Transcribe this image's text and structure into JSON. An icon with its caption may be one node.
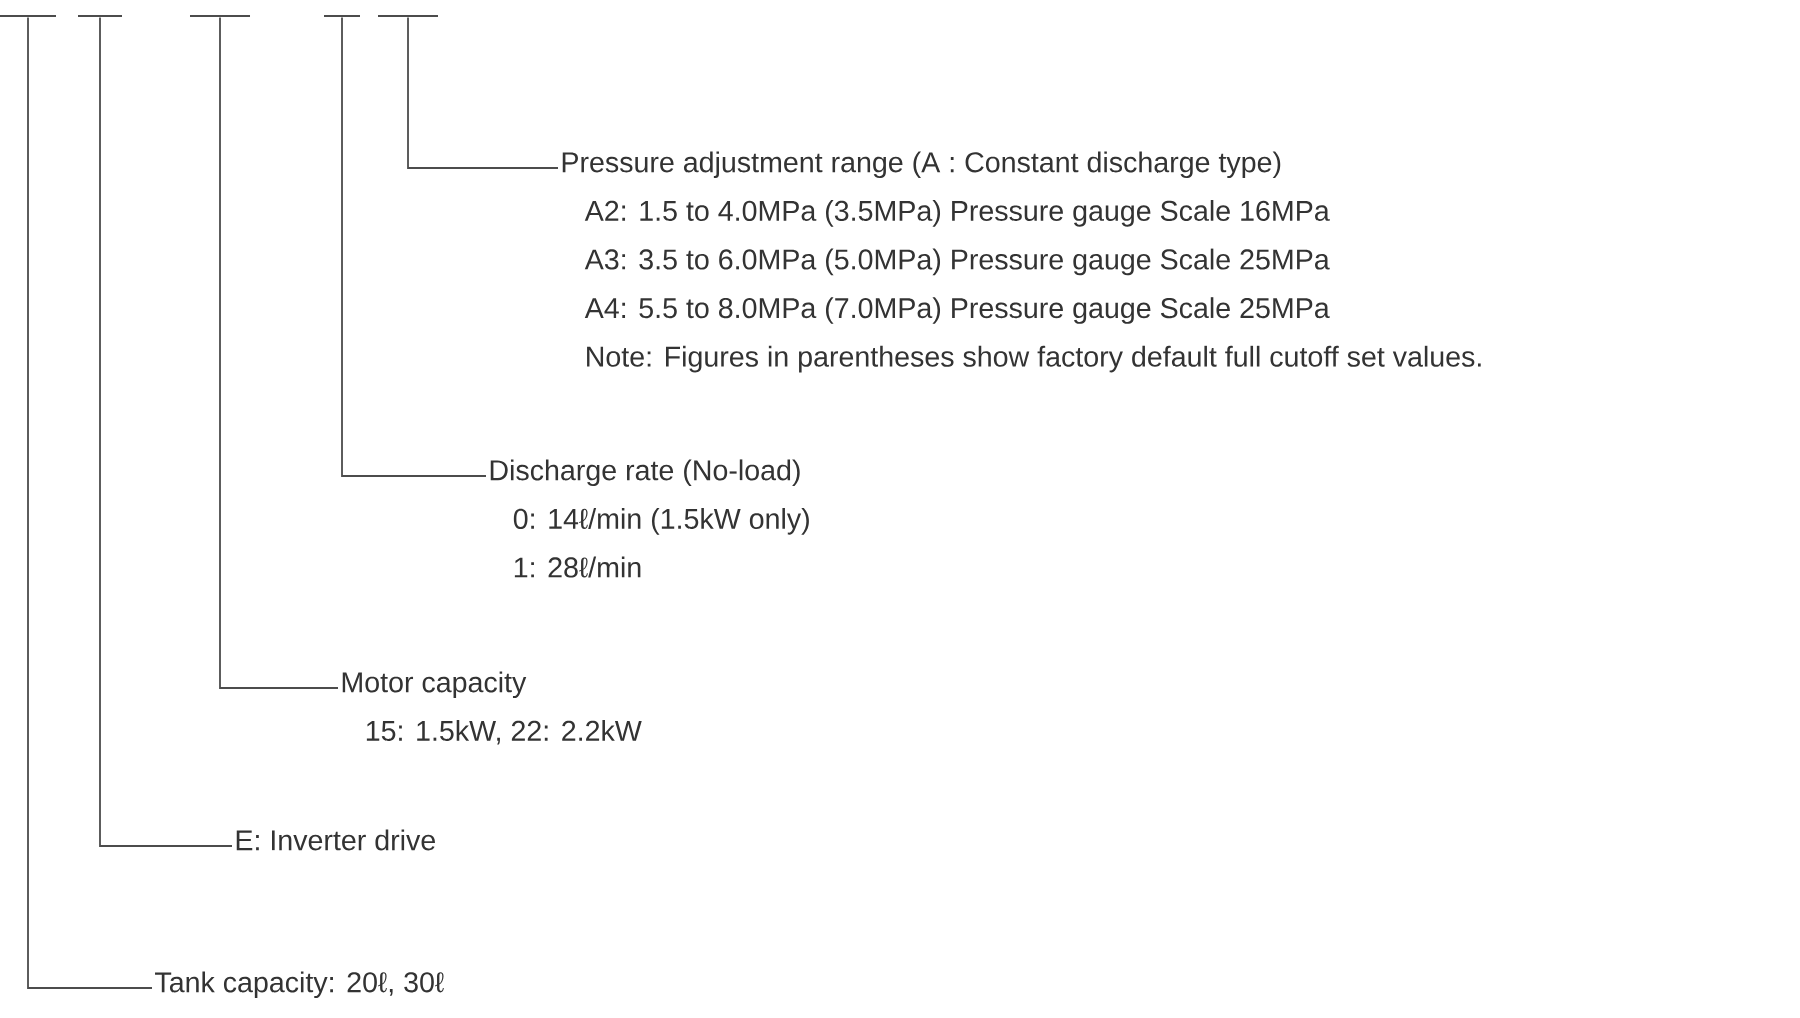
{
  "diagram": {
    "nodes": [
      {
        "text": [],
        "shape": "bar"
      },
      {
        "text": [],
        "shape": "bar"
      },
      {
        "text": [],
        "shape": "bar"
      },
      {
        "text": [],
        "shape": "bar"
      },
      {
        "text": [],
        "shape": "bar"
      },
      {
        "text": [
          "Pressure adjustment range (A : Constant discharge type)",
          "A2: 1.5 to 4.0MPa (3.5MPa) Pressure gauge Scale 16MPa",
          "A3: 3.5 to 6.0MPa (5.0MPa) Pressure gauge Scale 25MPa",
          "A4: 5.5 to 8.0MPa (7.0MPa) Pressure gauge Scale 25MPa",
          "Note: Figures in parentheses show factory default full cutoff set values."
        ]
      },
      {
        "text": [
          "Discharge rate (No-load)",
          "0: 14ℓ/min (1.5kW only)",
          "1: 28ℓ/min"
        ]
      },
      {
        "text": [
          "Motor capacity",
          "15: 1.5kW, 22: 2.2kW"
        ]
      },
      {
        "text": [
          "E: Inverter drive"
        ]
      },
      {
        "text": [
          "Tank capacity: 20ℓ, 30ℓ"
        ]
      }
    ],
    "edges": [
      {
        "from": 5,
        "to": 4,
        "arrow": "none"
      },
      {
        "from": 6,
        "to": 3,
        "arrow": "none"
      },
      {
        "from": 7,
        "to": 2,
        "arrow": "none"
      },
      {
        "from": 8,
        "to": 1,
        "arrow": "none"
      },
      {
        "from": 9,
        "to": 0,
        "arrow": "none"
      }
    ]
  }
}
